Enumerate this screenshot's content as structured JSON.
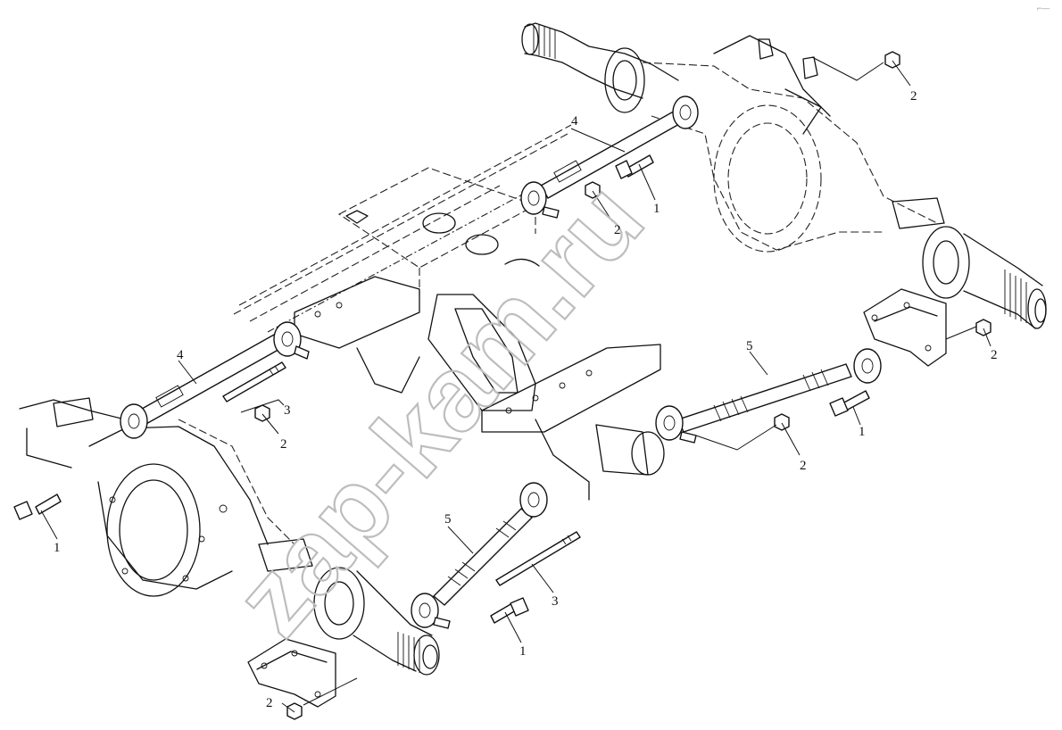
{
  "watermark": "zap-kam.ru",
  "corner_mark": "⌐—",
  "callouts": [
    {
      "id": "c1",
      "label": "4"
    },
    {
      "id": "c2",
      "label": "2"
    },
    {
      "id": "c3",
      "label": "2"
    },
    {
      "id": "c4",
      "label": "1"
    },
    {
      "id": "c5",
      "label": "4"
    },
    {
      "id": "c6",
      "label": "3"
    },
    {
      "id": "c7",
      "label": "2"
    },
    {
      "id": "c8",
      "label": "1"
    },
    {
      "id": "c9",
      "label": "5"
    },
    {
      "id": "c10",
      "label": "2"
    },
    {
      "id": "c11",
      "label": "1"
    },
    {
      "id": "c12",
      "label": "2"
    },
    {
      "id": "c13",
      "label": "5"
    },
    {
      "id": "c14",
      "label": "3"
    },
    {
      "id": "c15",
      "label": "1"
    },
    {
      "id": "c16",
      "label": "2"
    }
  ]
}
